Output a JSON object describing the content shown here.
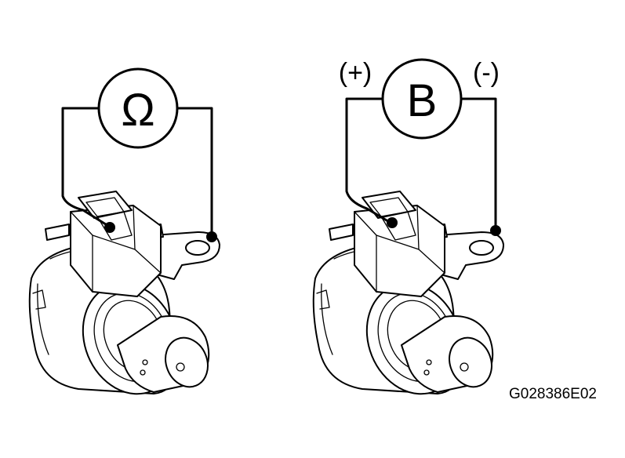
{
  "figure": {
    "code": "G028386E02"
  },
  "left_test": {
    "meter_symbol": "Ω"
  },
  "right_test": {
    "meter_symbol": "B",
    "positive_label": "(+)",
    "negative_label": "(-)"
  },
  "colors": {
    "line": "#000000",
    "background": "#ffffff"
  }
}
